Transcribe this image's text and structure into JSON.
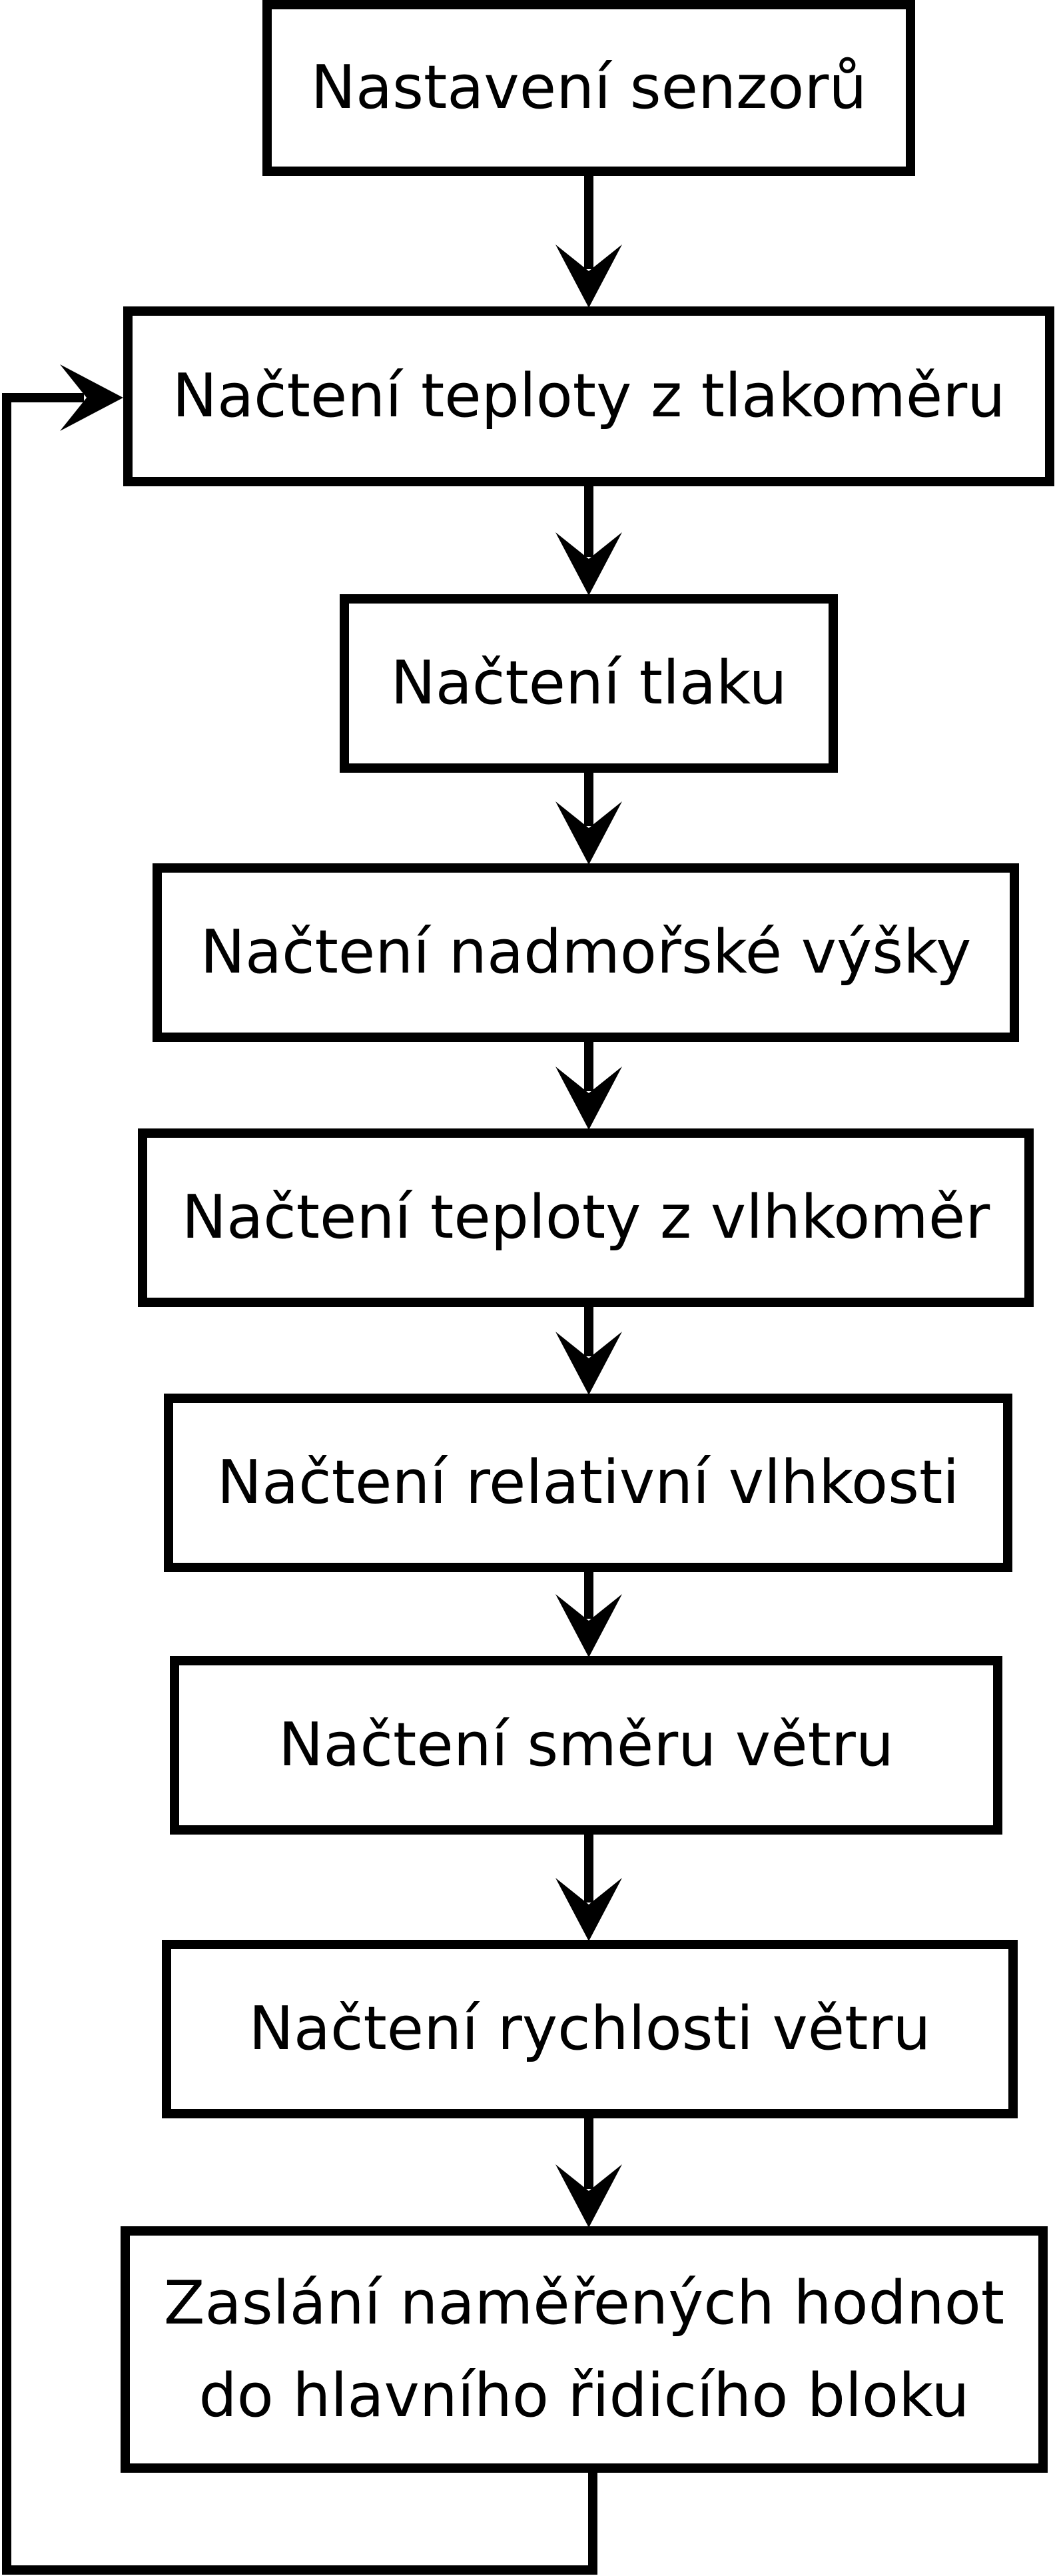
{
  "diagram": {
    "title": "Flowchart of sensor reading loop",
    "background_color": "#ffffff",
    "stroke_color": "#000000",
    "text_color": "#000000",
    "nodes": [
      {
        "id": "nastaveni-senzoru",
        "label": "Nastavení senzorů"
      },
      {
        "id": "nacteni-teploty-z-tlakomeru",
        "label": "Načtení teploty z tlakoměru"
      },
      {
        "id": "nacteni-tlaku",
        "label": "Načtení tlaku"
      },
      {
        "id": "nacteni-nadmorske-vysky",
        "label": "Načtení nadmořské výšky"
      },
      {
        "id": "nacteni-teploty-z-vlhkomer",
        "label": "Načtení teploty z vlhkoměr"
      },
      {
        "id": "nacteni-relativni-vlhkosti",
        "label": "Načtení relativní vlhkosti"
      },
      {
        "id": "nacteni-smeru-vetru",
        "label": "Načtení směru větru"
      },
      {
        "id": "nacteni-rychlosti-vetru",
        "label": "Načtení rychlosti větru"
      },
      {
        "id": "zaslani-namerenych-hodnot",
        "label": "Zaslání naměřených hodnot do hlavního řidicího bloku",
        "lines": [
          "Zaslání naměřených hodnot",
          "do hlavního řidicího bloku"
        ]
      }
    ],
    "edges": [
      {
        "from": "nastaveni-senzoru",
        "to": "nacteni-teploty-z-tlakomeru",
        "type": "arrow-down"
      },
      {
        "from": "nacteni-teploty-z-tlakomeru",
        "to": "nacteni-tlaku",
        "type": "arrow-down"
      },
      {
        "from": "nacteni-tlaku",
        "to": "nacteni-nadmorske-vysky",
        "type": "arrow-down"
      },
      {
        "from": "nacteni-nadmorske-vysky",
        "to": "nacteni-teploty-z-vlhkomer",
        "type": "arrow-down"
      },
      {
        "from": "nacteni-teploty-z-vlhkomer",
        "to": "nacteni-relativni-vlhkosti",
        "type": "arrow-down"
      },
      {
        "from": "nacteni-relativni-vlhkosti",
        "to": "nacteni-smeru-vetru",
        "type": "arrow-down"
      },
      {
        "from": "nacteni-smeru-vetru",
        "to": "nacteni-rychlosti-vetru",
        "type": "arrow-down"
      },
      {
        "from": "nacteni-rychlosti-vetru",
        "to": "zaslani-namerenych-hodnot",
        "type": "arrow-down"
      },
      {
        "from": "zaslani-namerenych-hodnot",
        "to": "nacteni-teploty-z-tlakomeru",
        "type": "loop-back-left"
      }
    ]
  }
}
